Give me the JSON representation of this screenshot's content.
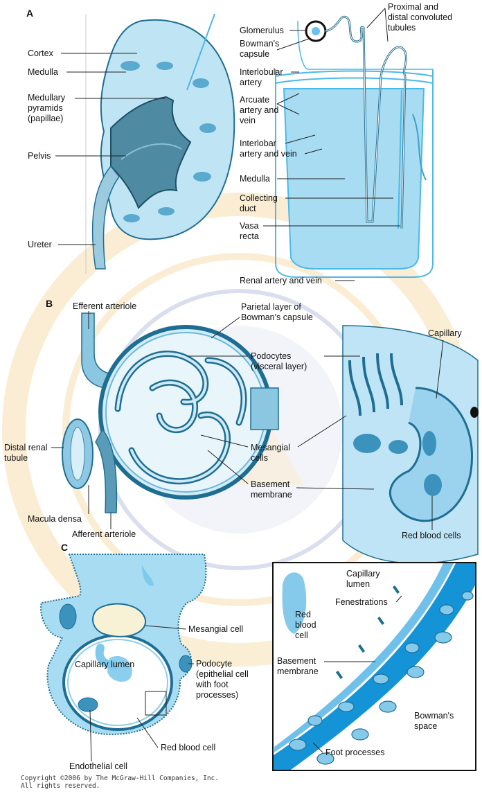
{
  "panel_a": {
    "letter": "A",
    "left_labels": {
      "cortex": "Cortex",
      "medulla": "Medulla",
      "pyramids_1": "Medullary",
      "pyramids_2": "pyramids",
      "pyramids_3": "(papillae)",
      "pelvis": "Pelvis",
      "ureter": "Ureter"
    },
    "right_labels": {
      "glomerulus": "Glomerulus",
      "bowman_1": "Bowman's",
      "bowman_2": "capsule",
      "interlobular_1": "Interlobular",
      "interlobular_2": "artery",
      "arcuate_1": "Arcuate",
      "arcuate_2": "artery and",
      "arcuate_3": "vein",
      "interlobar_1": "Interlobar",
      "interlobar_2": "artery and vein",
      "medulla": "Medulla",
      "collecting_1": "Collecting",
      "collecting_2": "duct",
      "vasa_1": "Vasa",
      "vasa_2": "recta",
      "renal": "Renal artery and vein",
      "tubules_1": "Proximal and",
      "tubules_2": "distal convoluted",
      "tubules_3": "tubules"
    }
  },
  "panel_b": {
    "letter": "B",
    "labels": {
      "efferent": "Efferent arteriole",
      "parietal_1": "Parietal layer of",
      "parietal_2": "Bowman's capsule",
      "podocytes_1": "Podocytes",
      "podocytes_2": "(visceral layer)",
      "capillary": "Capillary",
      "distal_1": "Distal renal",
      "distal_2": "tubule",
      "mesangial_1": "Mesangial",
      "mesangial_2": "cells",
      "basement_1": "Basement",
      "basement_2": "membrane",
      "macula": "Macula densa",
      "afferent": "Afferent arteriole",
      "rbc": "Red blood cells"
    }
  },
  "panel_c": {
    "letter": "C",
    "labels": {
      "mesangial": "Mesangial cell",
      "capillary_lumen": "Capillary lumen",
      "podocyte_1": "Podocyte",
      "podocyte_2": "(epithelial cell",
      "podocyte_3": "with foot",
      "podocyte_4": "processes)",
      "rbc": "Red blood cell",
      "endothelial": "Endothelial cell"
    },
    "inset_labels": {
      "cap_lumen_1": "Capillary",
      "cap_lumen_2": "lumen",
      "fenestrations": "Fenestrations",
      "rbc_1": "Red",
      "rbc_2": "blood",
      "rbc_3": "cell",
      "basement_1": "Basement",
      "basement_2": "membrane",
      "bowman_1": "Bowman's",
      "bowman_2": "space",
      "foot": "Foot processes"
    }
  },
  "copyright": {
    "line1": "Copyright ©2006 by The McGraw-Hill Companies, Inc.",
    "line2": "All rights reserved."
  },
  "colors": {
    "tissue_light": "#c9e8f6",
    "tissue_mid": "#8fd0ee",
    "tissue_dark": "#3f7a93",
    "outline": "#1e6e93",
    "membrane": "#1493d6",
    "watermark": "#e9b23a"
  }
}
